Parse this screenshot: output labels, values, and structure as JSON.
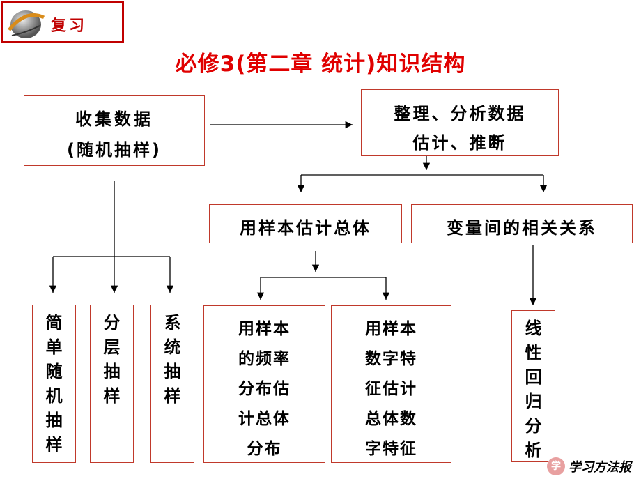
{
  "badge": {
    "label": "复习"
  },
  "title": "必修3(第二章  统计)知识结构",
  "nodes": {
    "collect": {
      "line1": "收集数据",
      "line2": "(随机抽样)"
    },
    "organize": {
      "line1": "整理、分析数据",
      "line2": "估计、推断"
    },
    "sample_estimate": {
      "label": "用样本估计总体"
    },
    "variable_relation": {
      "label": "变量间的相关关系"
    },
    "simple_random": {
      "label": "简\n单\n随\n机\n抽\n样"
    },
    "stratified": {
      "label": "分\n层\n抽\n样"
    },
    "systematic": {
      "label": "系\n统\n抽\n样"
    },
    "freq_dist": {
      "label": "用样本\n的频率\n分布估\n计总体\n分布"
    },
    "numeric_features": {
      "label": "用样本\n数字特\n征估计\n总体数\n字特征"
    },
    "linear_regression": {
      "label": "线\n性\n回\n归\n分\n析"
    }
  },
  "footer": {
    "logo_char": "学",
    "text": "学习方法报"
  },
  "colors": {
    "accent": "#e00000",
    "box_border": "#c0392b"
  }
}
